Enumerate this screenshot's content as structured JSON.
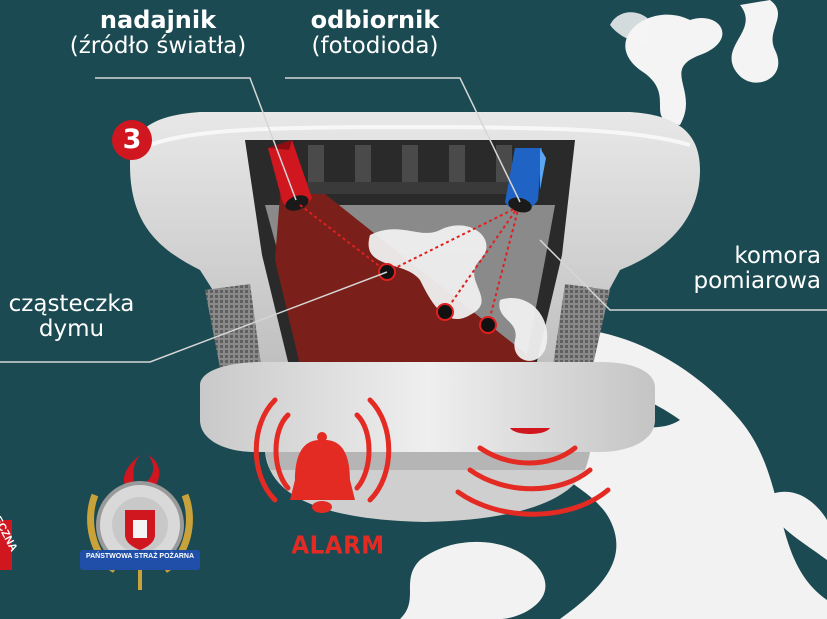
{
  "labels": {
    "emitter_title": "nadajnik",
    "emitter_sub": "(źródło światła)",
    "receiver_title": "odbiornik",
    "receiver_sub": "(fotodioda)",
    "chamber_line1": "komora",
    "chamber_line2": "pomiarowa",
    "particle_line1": "cząsteczka",
    "particle_line2": "dymu"
  },
  "step_number": "3",
  "alarm": "ALARM",
  "logo": {
    "text": "PAŃSTWOWA STRAŻ POŻARNA",
    "corner_text": "ODECZNA"
  },
  "colors": {
    "background": "#1b4a52",
    "accent_red": "#d0161f",
    "receiver_blue": "#1f63c4",
    "detector_grey": "#d9d9d9"
  }
}
